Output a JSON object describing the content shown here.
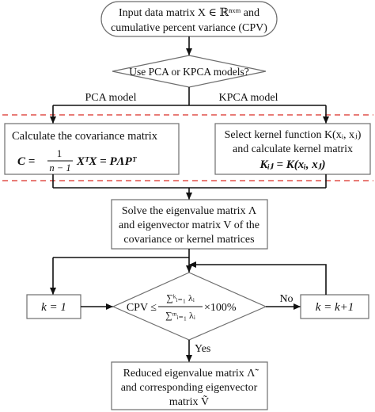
{
  "start": {
    "line1": "Input data matrix X ∈ ℝⁿˣᵐ and",
    "line2": "cumulative percent variance (CPV)"
  },
  "decision_model": {
    "question": "Use PCA or KPCA models?"
  },
  "branch_labels": {
    "pca": "PCA model",
    "kpca": "KPCA model"
  },
  "pca_box": {
    "line1": "Calculate the  covariance matrix",
    "formula_lhs": "C =",
    "frac_num": "1",
    "frac_den": "n − 1",
    "formula_rhs": "XᵀX = PΛPᵀ"
  },
  "kpca_box": {
    "line1": "Select kernel function K(xᵢ, xⱼ)",
    "line2": "and calculate kernel matrix",
    "line3": "Kᵢⱼ = K(xᵢ, xⱼ)"
  },
  "solve_box": {
    "line1": "Solve the eigenvalue matrix Λ",
    "line2": "and eigenvector matrix V of the",
    "line3": "covariance or kernel matrices"
  },
  "k_init": {
    "label": "k = 1"
  },
  "k_incr": {
    "label": "k = k+1"
  },
  "cpv_decision": {
    "lhs": "CPV ≤",
    "num": "∑ᵏᵢ₌₁ λᵢ",
    "den": "∑ᵐᵢ₌₁ λᵢ",
    "rhs": "×100%"
  },
  "edge_labels": {
    "no": "No",
    "yes": "Yes"
  },
  "end_box": {
    "line1": "Reduced eigenvalue matrix Λ̃",
    "line2": "and corresponding eigenvector",
    "line3": "matrix Ṽ"
  },
  "colors": {
    "separator": "#e0504a",
    "stroke": "#111111",
    "box_border": "#6e6e6e"
  }
}
